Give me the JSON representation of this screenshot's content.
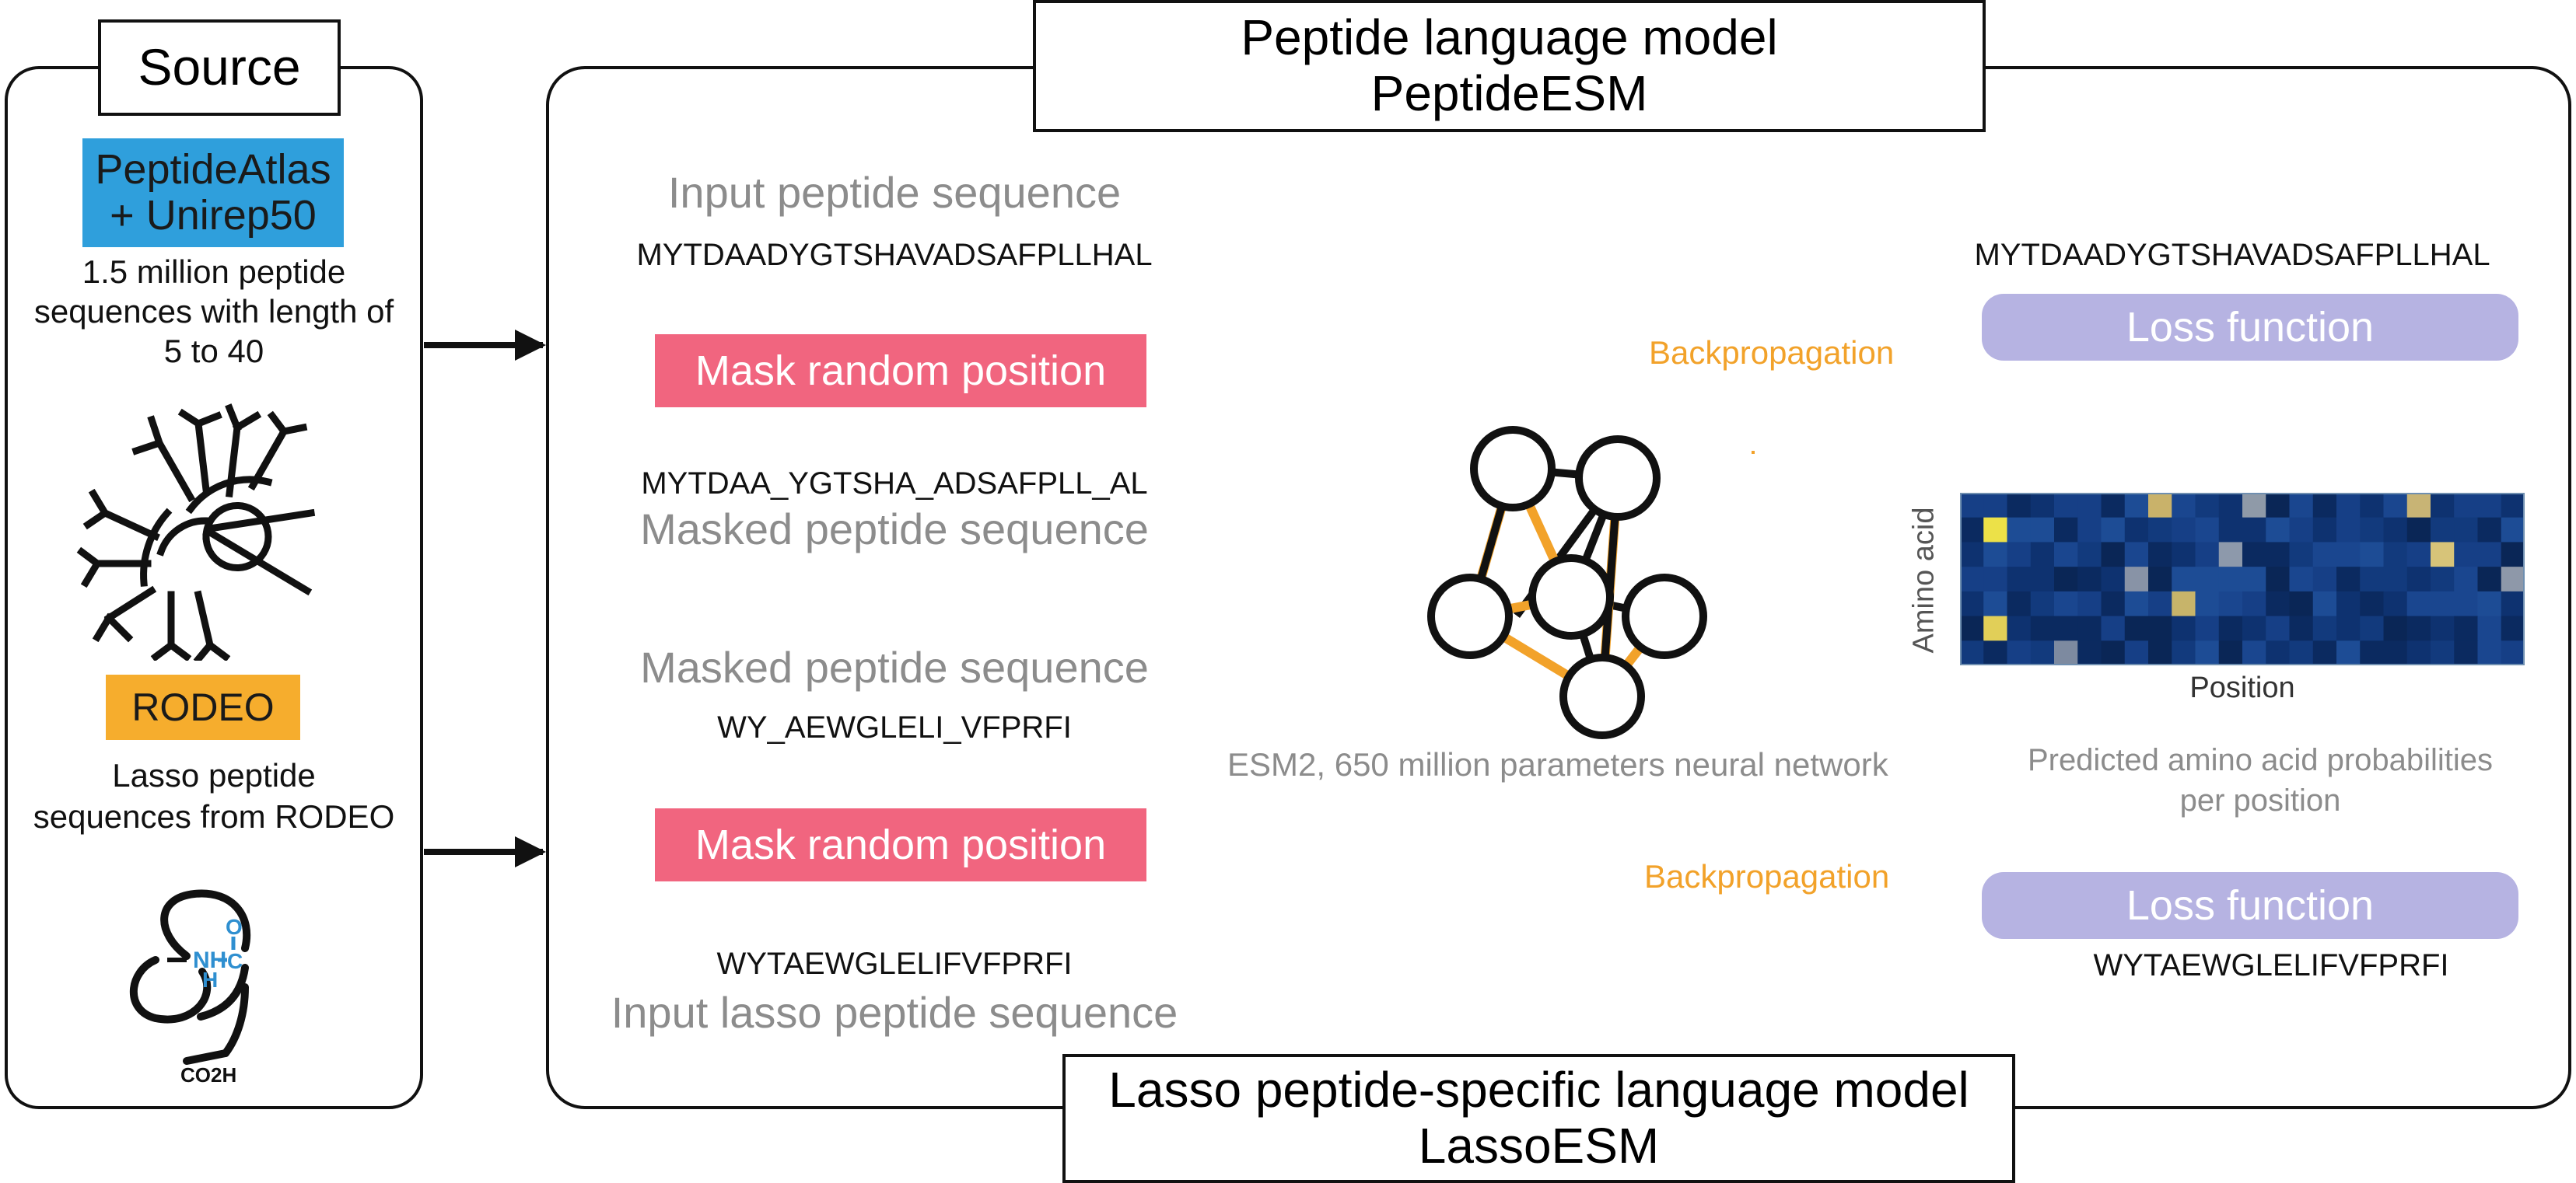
{
  "source_panel": {
    "title": "Source",
    "peptideatlas_label": [
      "PeptideAtlas",
      "+ Unirep50"
    ],
    "peptideatlas_desc": [
      "1.5 million peptide",
      "sequences with length of",
      "5 to 40"
    ],
    "rodeo_label": "RODEO",
    "rodeo_desc": [
      "Lasso peptide",
      "sequences from RODEO"
    ],
    "lasso_structure_labels": {
      "nh": "NH",
      "c": "C",
      "o": "O",
      "co2h": "CO2H",
      "h": "H"
    }
  },
  "peptide_model": {
    "title_line1": "Peptide language model",
    "title_line2": "PeptideESM",
    "input_caption": "Input peptide sequence",
    "input_sequence": "MYTDAADYGTSHAVADSAFPLLHAL",
    "mask_label": "Mask random position",
    "masked_sequence": "MYTDAA_YGTSHA_ADSAFPLL_AL",
    "masked_caption": "Masked peptide sequence",
    "output_sequence": "MYTDAADYGTSHAVADSAFPLLHAL",
    "loss_label": "Loss function",
    "backprop_label": "Backpropagation"
  },
  "network": {
    "caption": "ESM2, 650 million parameters neural network"
  },
  "heatmap": {
    "ylabel": "Amino acid",
    "xlabel": "Position",
    "caption": [
      "Predicted amino acid probabilities",
      "per position"
    ],
    "colors": {
      "low": "#0c2f6a",
      "mid": "#1b4a8f",
      "high": "#e8d34a"
    }
  },
  "lasso_model": {
    "title_line1": "Lasso peptide-specific language model",
    "title_line2": "LassoESM",
    "masked_caption": "Masked peptide sequence",
    "masked_sequence": "WY_AEWGLELI_VFPRFI",
    "mask_label": "Mask random position",
    "input_sequence": "WYTAEWGLELIFVFPRFI",
    "input_caption": "Input lasso peptide sequence",
    "output_sequence": "WYTAEWGLELIFVFPRFI",
    "loss_label": "Loss function",
    "backprop_label": "Backpropagation"
  }
}
